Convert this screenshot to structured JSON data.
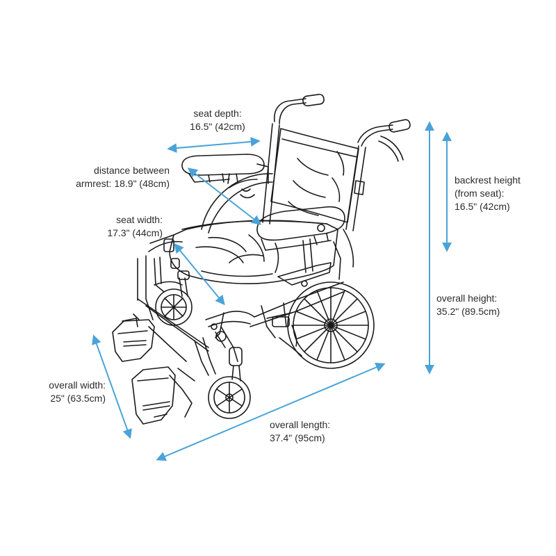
{
  "diagram": {
    "accent_color": "#4aa3d8",
    "line_color": "#1a1a1a",
    "object_icon": "wheelchair-icon",
    "labels": {
      "seat_depth": {
        "line1": "seat depth:",
        "line2": "16.5\" (42cm)"
      },
      "armrest": {
        "line1": "distance between",
        "line2": "armrest: 18.9\" (48cm)"
      },
      "seat_width": {
        "line1": "seat width:",
        "line2": "17.3\" (44cm)"
      },
      "backrest": {
        "line1": "backrest height",
        "line2": "(from seat):",
        "line3": "16.5\" (42cm)"
      },
      "overall_height": {
        "line1": "overall height:",
        "line2": "35.2\" (89.5cm)"
      },
      "overall_width": {
        "line1": "overall width:",
        "line2": "25\" (63.5cm)"
      },
      "overall_length": {
        "line1": "overall length:",
        "line2": "37.4\" (95cm)"
      }
    }
  }
}
